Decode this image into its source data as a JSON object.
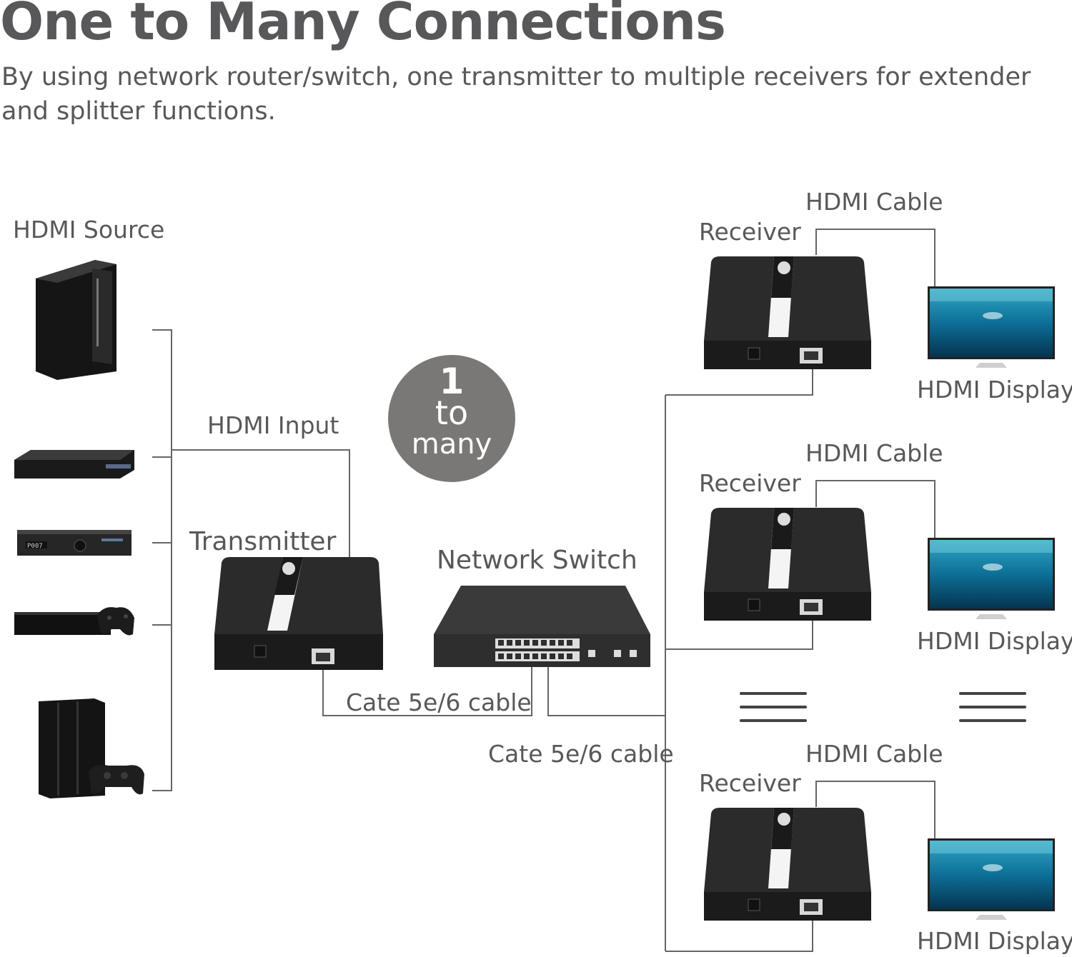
{
  "header": {
    "title": "One to Many Connections",
    "subtitle": "By using network router/switch, one transmitter to multiple receivers for extender and splitter functions."
  },
  "badge": {
    "number": "1",
    "word1": "to",
    "word2": "many"
  },
  "labels": {
    "hdmi_source": "HDMI Source",
    "hdmi_input": "HDMI Input",
    "transmitter": "Transmitter",
    "network_switch": "Network Switch",
    "cable_tx_switch": "Cate 5e/6 cable",
    "cable_switch_rx": "Cate 5e/6 cable"
  },
  "receivers": [
    {
      "receiver_label": "Receiver",
      "cable_label": "HDMI Cable",
      "display_label": "HDMI Display"
    },
    {
      "receiver_label": "Receiver",
      "cable_label": "HDMI Cable",
      "display_label": "HDMI Display"
    },
    {
      "receiver_label": "Receiver",
      "cable_label": "HDMI Cable",
      "display_label": "HDMI Display"
    }
  ],
  "colors": {
    "text": "#58585a",
    "line": "#666666",
    "device": "#2b2b2b",
    "badge": "#7a7877"
  }
}
